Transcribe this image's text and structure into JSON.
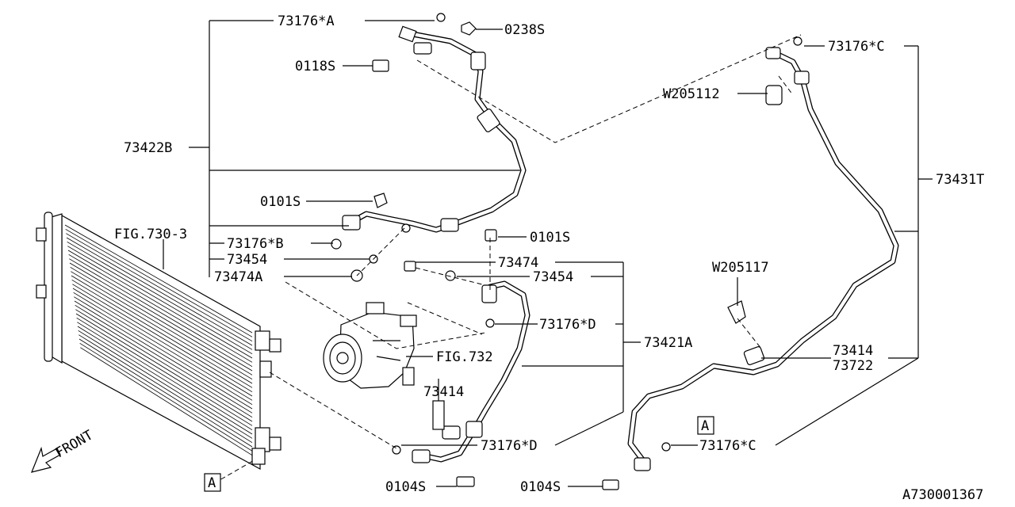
{
  "diagram_id": "A730001367",
  "front_label": "FRONT",
  "callouts": {
    "p73176_a": "73176*A",
    "p0238s": "0238S",
    "p0118s": "0118S",
    "p73422b": "73422B",
    "p0101s_upper": "0101S",
    "fig730_3": "FIG.730-3",
    "p73176_b": "73176*B",
    "p73454_left": "73454",
    "p73474a": "73474A",
    "p0101s_mid": "0101S",
    "p73474": "73474",
    "p73454_mid": "73454",
    "p73176_d_upper": "73176*D",
    "p73421a": "73421A",
    "fig732": "FIG.732",
    "p73414_left": "73414",
    "p73176_d_lower": "73176*D",
    "p0104s_left": "0104S",
    "p73176_c_top": "73176*C",
    "w205112": "W205112",
    "p73431t": "73431T",
    "w205117": "W205117",
    "p73414_right": "73414",
    "p73722": "73722",
    "p73176_c_bottom": "73176*C",
    "p0104s_right": "0104S"
  },
  "ref_markers": {
    "a_left": "A",
    "a_right": "A"
  }
}
